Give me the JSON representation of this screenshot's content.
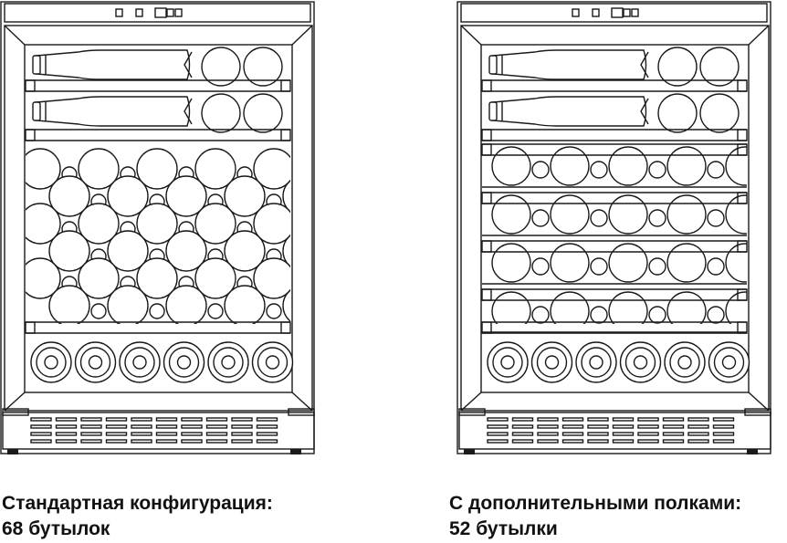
{
  "fridges": [
    {
      "caption_line1": "Стандартная конфигурация:",
      "caption_line2": "68 бутылок",
      "shelf_layout": "standard"
    },
    {
      "caption_line1": "С дополнительными полками:",
      "caption_line2": "52 бутылки",
      "shelf_layout": "extra-shelves"
    }
  ],
  "colors": {
    "line": "#1a1a1a",
    "background": "#ffffff"
  }
}
